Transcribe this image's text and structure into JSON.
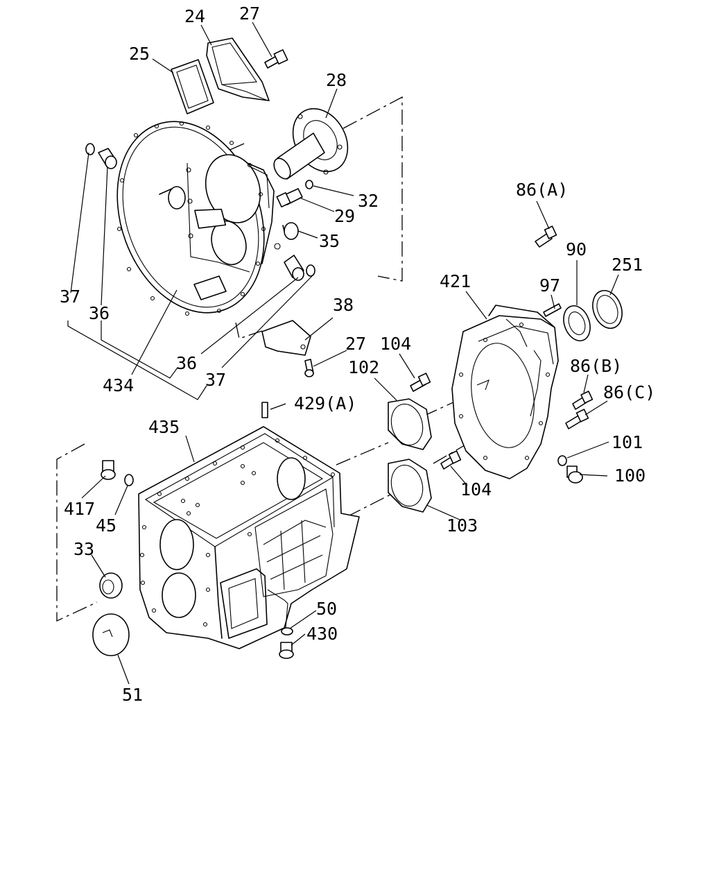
{
  "labels": {
    "p24": "24",
    "p27a": "27",
    "p25": "25",
    "p28": "28",
    "p32": "32",
    "p29": "29",
    "p35": "35",
    "p37a": "37",
    "p36a": "36",
    "p434": "434",
    "p36b": "36",
    "p37b": "37",
    "p38": "38",
    "p27b": "27",
    "p86a": "86(A)",
    "p90": "90",
    "p251": "251",
    "p97": "97",
    "p421": "421",
    "p104a": "104",
    "p102": "102",
    "p86b": "86(B)",
    "p86c": "86(C)",
    "p429a": "429(A)",
    "p435": "435",
    "p101": "101",
    "p100": "100",
    "p104b": "104",
    "p417": "417",
    "p45": "45",
    "p103": "103",
    "p33": "33",
    "p50": "50",
    "p430": "430",
    "p51": "51"
  }
}
